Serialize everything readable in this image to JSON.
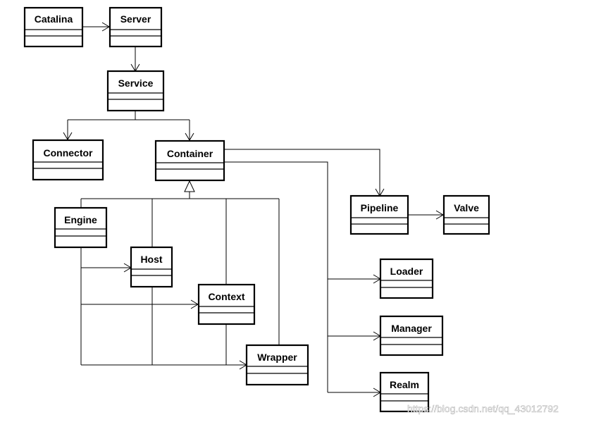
{
  "classes": {
    "catalina": "Catalina",
    "server": "Server",
    "service": "Service",
    "connector": "Connector",
    "container": "Container",
    "engine": "Engine",
    "host": "Host",
    "context": "Context",
    "wrapper": "Wrapper",
    "pipeline": "Pipeline",
    "valve": "Valve",
    "loader": "Loader",
    "manager": "Manager",
    "realm": "Realm"
  },
  "watermark": "https://blog.csdn.net/qq_43012792"
}
